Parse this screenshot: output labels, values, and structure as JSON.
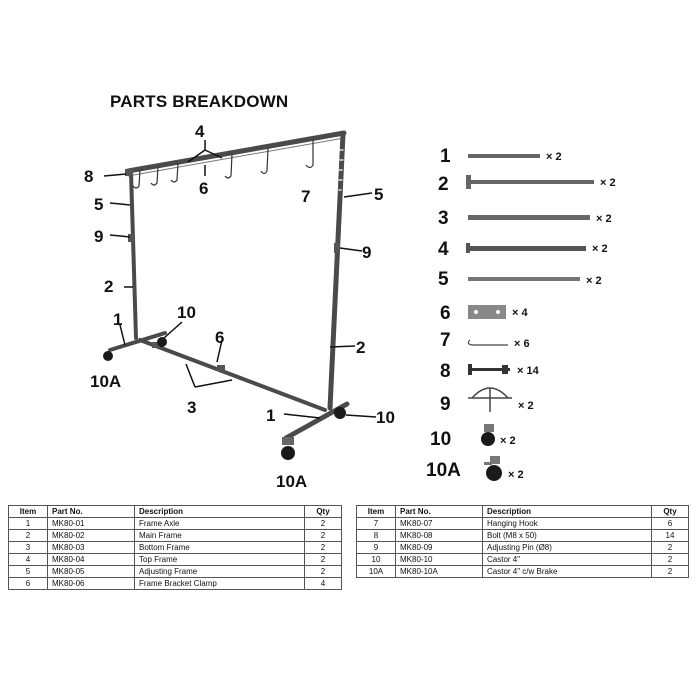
{
  "title": "PARTS BREAKDOWN",
  "colors": {
    "frame": "#4a4a4a",
    "ink": "#111111",
    "castor": "#1a1a1a"
  },
  "callouts": [
    "4",
    "8",
    "6",
    "7",
    "5",
    "5",
    "9",
    "9",
    "2",
    "2",
    "10",
    "6",
    "1",
    "10A",
    "3",
    "1",
    "10",
    "10A"
  ],
  "legend": [
    {
      "num": "1",
      "qty": "× 2"
    },
    {
      "num": "2",
      "qty": "× 2"
    },
    {
      "num": "3",
      "qty": "× 2"
    },
    {
      "num": "4",
      "qty": "× 2"
    },
    {
      "num": "5",
      "qty": "× 2"
    },
    {
      "num": "6",
      "qty": "× 4"
    },
    {
      "num": "7",
      "qty": "× 6"
    },
    {
      "num": "8",
      "qty": "× 14"
    },
    {
      "num": "9",
      "qty": "× 2"
    },
    {
      "num": "10",
      "qty": "× 2"
    },
    {
      "num": "10A",
      "qty": "× 2"
    }
  ],
  "table": {
    "headers": {
      "item": "Item",
      "part": "Part No.",
      "desc": "Description",
      "qty": "Qty"
    },
    "left": [
      {
        "item": "1",
        "part": "MK80-01",
        "desc": "Frame Axle",
        "qty": "2"
      },
      {
        "item": "2",
        "part": "MK80-02",
        "desc": "Main Frame",
        "qty": "2"
      },
      {
        "item": "3",
        "part": "MK80-03",
        "desc": "Bottom Frame",
        "qty": "2"
      },
      {
        "item": "4",
        "part": "MK80-04",
        "desc": "Top Frame",
        "qty": "2"
      },
      {
        "item": "5",
        "part": "MK80-05",
        "desc": "Adjusting Frame",
        "qty": "2"
      },
      {
        "item": "6",
        "part": "MK80-06",
        "desc": "Frame Bracket Clamp",
        "qty": "4"
      }
    ],
    "right": [
      {
        "item": "7",
        "part": "MK80-07",
        "desc": "Hanging Hook",
        "qty": "6"
      },
      {
        "item": "8",
        "part": "MK80-08",
        "desc": "Bolt (M8 x 50)",
        "qty": "14"
      },
      {
        "item": "9",
        "part": "MK80-09",
        "desc": "Adjusting Pin (Ø8)",
        "qty": "2"
      },
      {
        "item": "10",
        "part": "MK80-10",
        "desc": "Castor 4\"",
        "qty": "2"
      },
      {
        "item": "10A",
        "part": "MK80-10A",
        "desc": "Castor 4\" c/w Brake",
        "qty": "2"
      }
    ]
  }
}
